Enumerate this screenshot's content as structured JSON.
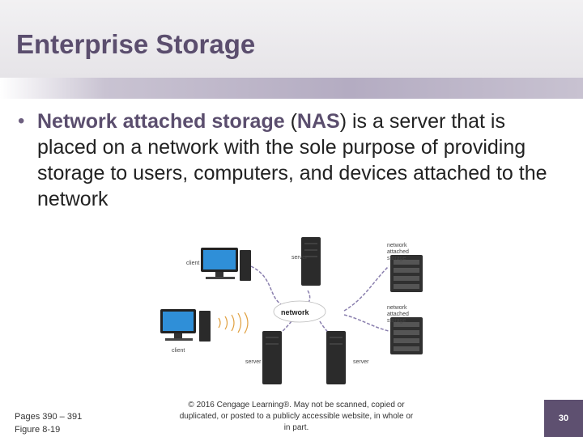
{
  "slide": {
    "title": "Enterprise Storage",
    "bullet": {
      "keyword1": "Network attached storage",
      "paren_open": " (",
      "keyword2": "NAS",
      "rest": ") is a server that is placed on a network with the sole purpose of providing storage to users, computers, and devices attached to the network"
    }
  },
  "figure": {
    "labels": {
      "client_top": "client",
      "client_bottom": "client",
      "server_top": "server",
      "server_left": "server",
      "server_right": "server",
      "network": "network",
      "nas_top": "network attached storage",
      "nas_bottom": "network attached storage"
    }
  },
  "footer": {
    "pages": "Pages 390 – 391",
    "figure_ref": "Figure 8-19",
    "copyright": "© 2016 Cengage Learning®. May not be scanned, copied or duplicated, or posted to a publicly accessible website, in whole or in part.",
    "page_number": "30"
  },
  "colors": {
    "title": "#5b4e6e",
    "accent": "#5e5070",
    "cable": "#8a7fae"
  }
}
